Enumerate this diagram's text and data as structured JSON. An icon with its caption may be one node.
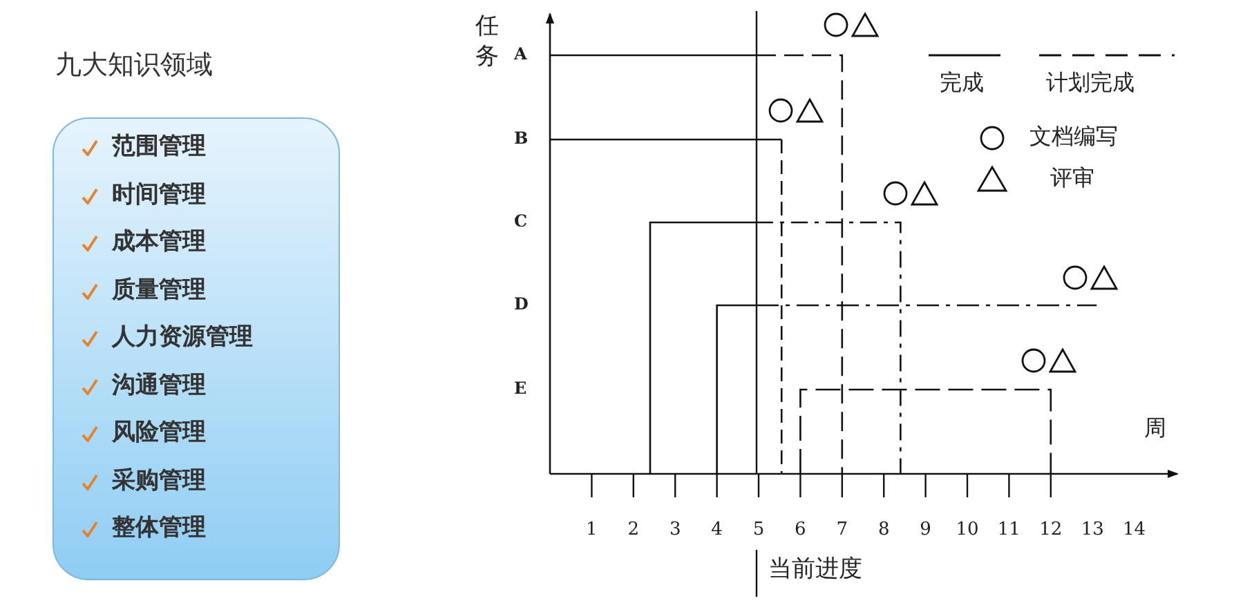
{
  "diagram": {
    "title": "九大知识领域",
    "nodes": [
      {
        "text": [
          "范围管理",
          "时间管理",
          "成本管理",
          "质量管理",
          "人力资源管理",
          "沟通管理",
          "风险管理",
          "采购管理",
          "整体管理"
        ]
      }
    ],
    "edges": [],
    "labels": [
      "任务",
      "A",
      "B",
      "C",
      "D",
      "E",
      "周",
      "1",
      "2",
      "3",
      "4",
      "5",
      "6",
      "7",
      "8",
      "9",
      "10",
      "11",
      "12",
      "13",
      "14",
      "当前进度"
    ],
    "legend": [
      {
        "text": "完成"
      },
      {
        "text": "计划完成"
      },
      {
        "text": "文档编写"
      },
      {
        "text": "评审"
      }
    ]
  }
}
